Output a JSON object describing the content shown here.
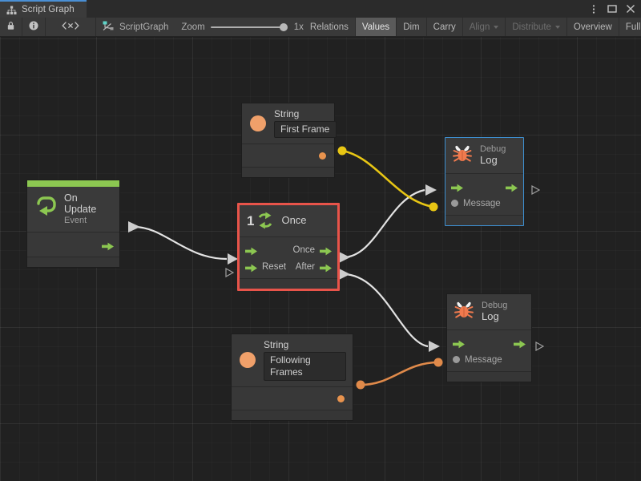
{
  "window": {
    "tab_label": "Script Graph",
    "tab_icon": "graph-hierarchy-icon",
    "controls": [
      {
        "name": "more-options-icon",
        "glyph": "kebab"
      },
      {
        "name": "maximize-icon",
        "glyph": "square"
      },
      {
        "name": "close-icon",
        "glyph": "x"
      }
    ]
  },
  "toolbar": {
    "lock_icon": "lock-icon",
    "info_icon": "info-icon",
    "variables_icon": "code-variables-icon",
    "graph_icon": "scriptgraph-icon",
    "graph_name": "ScriptGraph",
    "zoom_label": "Zoom",
    "zoom_value": "1x",
    "zoom_percent": 100,
    "buttons": [
      {
        "label": "Relations",
        "state": "normal"
      },
      {
        "label": "Values",
        "state": "active"
      },
      {
        "label": "Dim",
        "state": "normal"
      },
      {
        "label": "Carry",
        "state": "normal"
      },
      {
        "label": "Align",
        "state": "disabled",
        "dropdown": true
      },
      {
        "label": "Distribute",
        "state": "disabled",
        "dropdown": true
      },
      {
        "label": "Overview",
        "state": "normal"
      },
      {
        "label": "Full Screen",
        "state": "normal"
      }
    ]
  },
  "colors": {
    "event_green": "#8cc751",
    "flow_green": "#8cc751",
    "selection_red": "#e8544a",
    "selection_blue": "#3d8fd0",
    "string_orange": "#f0a06a",
    "wire_white": "#e3e3e3",
    "wire_yellow": "#e8c614",
    "wire_orange": "#e08a4a",
    "canvas_bg": "#212121",
    "node_bg": "#383838"
  },
  "nodes": {
    "on_update": {
      "title": "On Update",
      "subtitle": "Event",
      "icon": "event-loop-icon",
      "accent": "#8cc751",
      "out_flow": "flow-out-arrow"
    },
    "once": {
      "title": "Once",
      "icon": "once-cycle-icon",
      "icon_number": "1",
      "selected": true,
      "in_ports": [
        {
          "label": "",
          "name": "enter-flow-in"
        },
        {
          "label": "Reset",
          "name": "reset-flow-in"
        }
      ],
      "out_ports": [
        {
          "label": "Once",
          "name": "once-flow-out"
        },
        {
          "label": "After",
          "name": "after-flow-out"
        }
      ]
    },
    "string_first": {
      "title": "String",
      "value": "First Frame",
      "icon": "string-literal-icon"
    },
    "string_following": {
      "title": "String",
      "value": "Following Frames",
      "icon": "string-literal-icon"
    },
    "debug_log_top": {
      "subtitle": "Debug",
      "title": "Log",
      "icon": "debug-bug-icon",
      "selected": true,
      "message_port": "Message"
    },
    "debug_log_bottom": {
      "subtitle": "Debug",
      "title": "Log",
      "icon": "debug-bug-icon",
      "selected": false,
      "message_port": "Message"
    }
  },
  "connections": [
    {
      "from": "on_update.out_flow",
      "to": "once.enter",
      "color": "#e3e3e3",
      "type": "flow"
    },
    {
      "from": "once.once_out",
      "to": "debug_log_top.flow_in",
      "color": "#e3e3e3",
      "type": "flow"
    },
    {
      "from": "once.after_out",
      "to": "debug_log_bottom.flow_in",
      "color": "#e3e3e3",
      "type": "flow"
    },
    {
      "from": "string_first.out",
      "to": "debug_log_top.message",
      "color": "#e8c614",
      "type": "value"
    },
    {
      "from": "string_following.out",
      "to": "debug_log_bottom.message",
      "color": "#e08a4a",
      "type": "value"
    }
  ]
}
